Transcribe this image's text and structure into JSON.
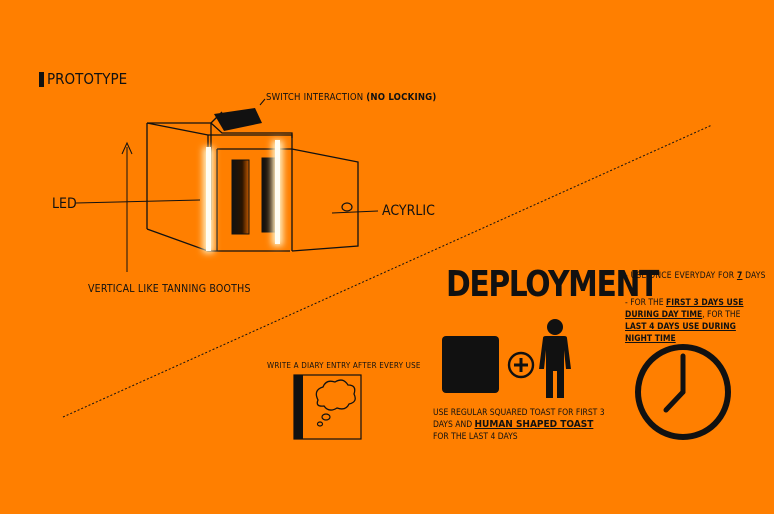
{
  "prototype_title": "PROTOTYPE",
  "labels": {
    "switch": "SWITCH INTERACTION",
    "switch_bold": "(NO LOCKING)",
    "led": "LED",
    "acrylic": "ACYRLIC",
    "vertical": "VERTICAL LIKE TANNING BOOTHS"
  },
  "deployment": {
    "title": "DEPLOYMENT",
    "note1": "- USE ONCE EVERYDAY FOR ",
    "note1_bold": "7",
    "note1_end": " DAYS",
    "note2_a": "- FOR THE ",
    "note2_b": "FIRST 3 DAYS USE DURING DAY TIME",
    "note2_c": ", FOR THE ",
    "note2_d": "LAST 4 DAYS USE DURING NIGHT TIME",
    "toast_a": "USE REGULAR SQUARED TOAST FOR FIRST 3 DAYS AND ",
    "toast_b": "HUMAN SHAPED TOAST",
    "toast_c": " FOR THE LAST 4 DAYS",
    "diary": "WRITE A DIARY ENTRY AFTER EVERY USE",
    "plus": "+"
  },
  "colors": {
    "background": "#ff7f00",
    "ink": "#111111",
    "led": "#fff4d0"
  },
  "icons": [
    "toaster-box-icon",
    "square-toast-icon",
    "plus-icon",
    "human-figure-icon",
    "clock-icon",
    "diary-thought-bubble-icon"
  ]
}
